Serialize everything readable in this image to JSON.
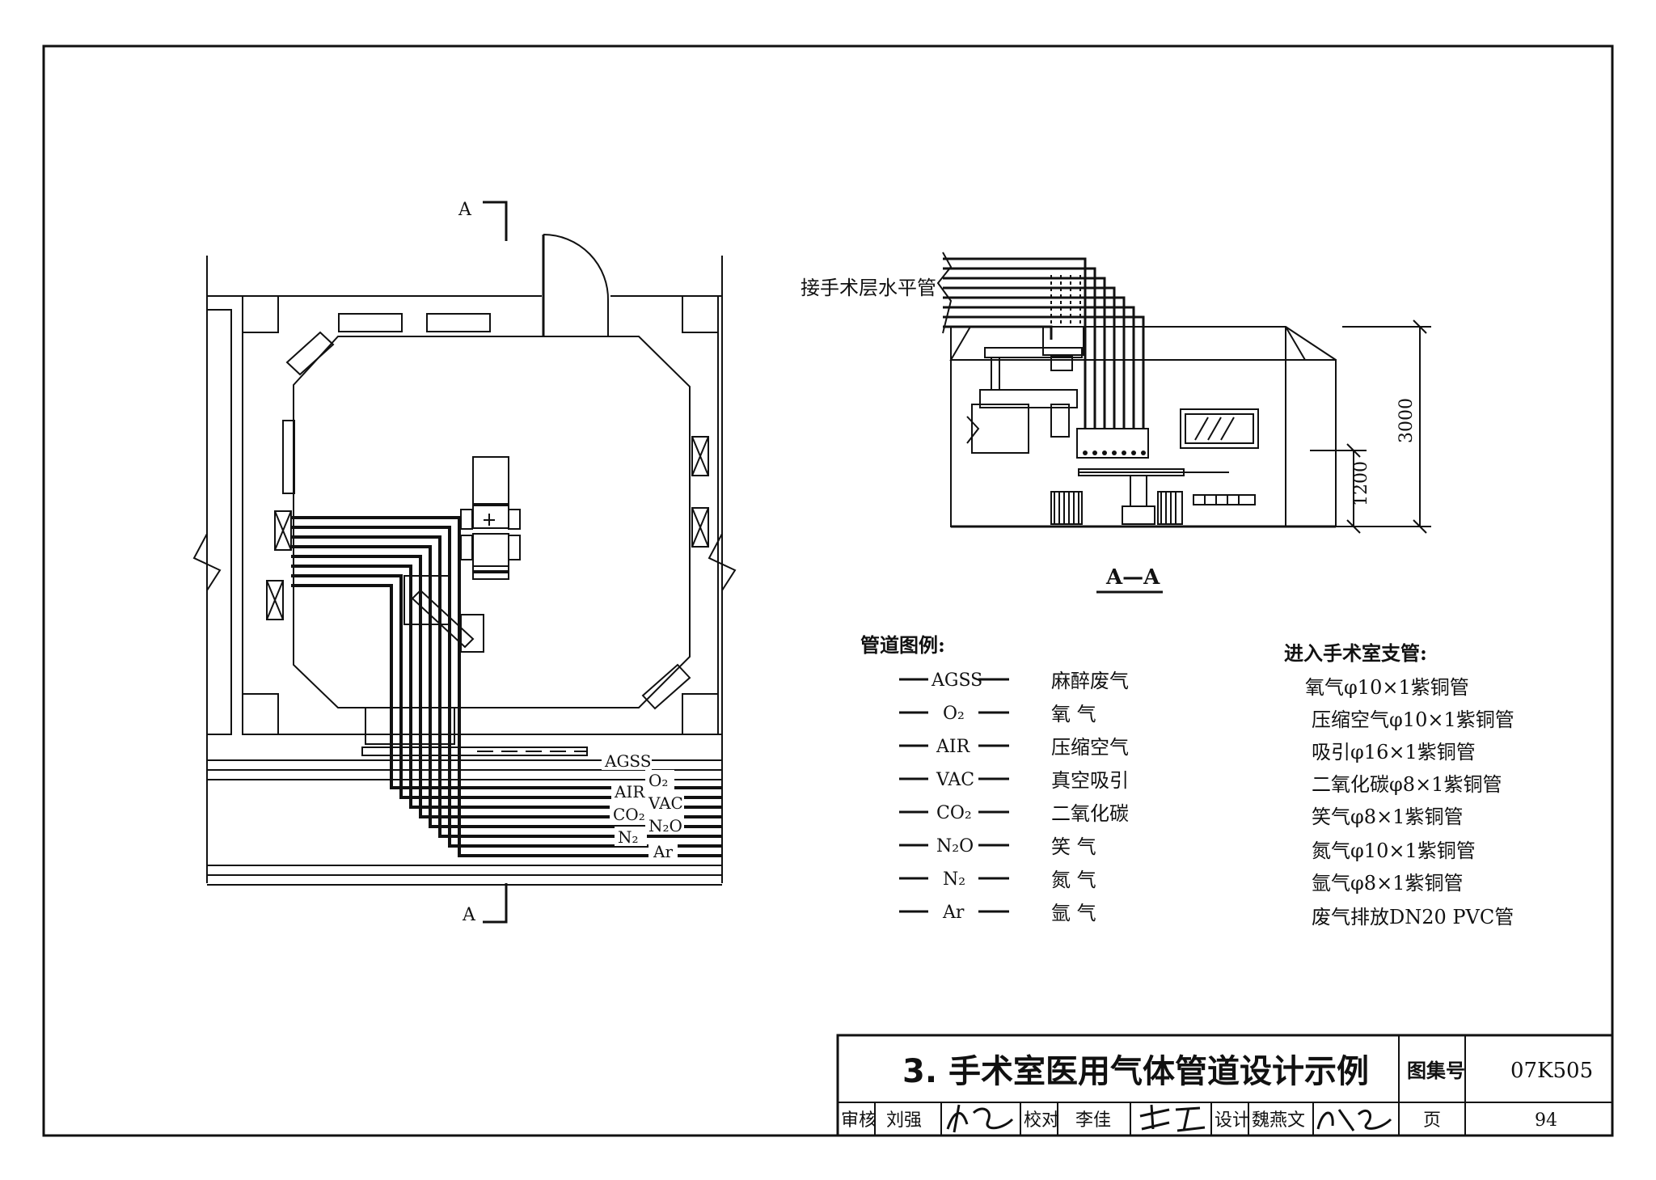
{
  "section_marks": {
    "top": "A",
    "bottom": "A"
  },
  "plan_labels": {
    "agss": "AGSS",
    "o2": "O₂",
    "air": "AIR",
    "vac": "VAC",
    "co2": "CO₂",
    "n2o": "N₂O",
    "n2": "N₂",
    "ar": "Ar"
  },
  "section_view": {
    "connect_label": "接手术层水平管",
    "dim_3000": "3000",
    "dim_1200": "1200",
    "caption": "A—A"
  },
  "legend": {
    "title": "管道图例:",
    "items": [
      {
        "code": "AGSS",
        "name": "麻醉废气"
      },
      {
        "code": "O₂",
        "name": "氧  气"
      },
      {
        "code": "AIR",
        "name": "压缩空气"
      },
      {
        "code": "VAC",
        "name": "真空吸引"
      },
      {
        "code": "CO₂",
        "name": "二氧化碳"
      },
      {
        "code": "N₂O",
        "name": "笑  气"
      },
      {
        "code": "N₂",
        "name": "氮  气"
      },
      {
        "code": "Ar",
        "name": "氩  气"
      }
    ]
  },
  "branch_pipes": {
    "title": "进入手术室支管:",
    "items": [
      "氧气φ10×1紫铜管",
      "压缩空气φ10×1紫铜管",
      "吸引φ16×1紫铜管",
      "二氧化碳φ8×1紫铜管",
      "笑气φ8×1紫铜管",
      "氮气φ10×1紫铜管",
      "氩气φ8×1紫铜管",
      "废气排放DN20 PVC管"
    ]
  },
  "title_block": {
    "title": "3. 手术室医用气体管道设计示例",
    "atlas_label": "图集号",
    "atlas_no": "07K505",
    "review_label": "审核",
    "reviewer": "刘强",
    "check_label": "校对",
    "checker": "李佳",
    "design_label": "设计",
    "designer": "魏燕文",
    "page_label": "页",
    "page_no": "94"
  }
}
